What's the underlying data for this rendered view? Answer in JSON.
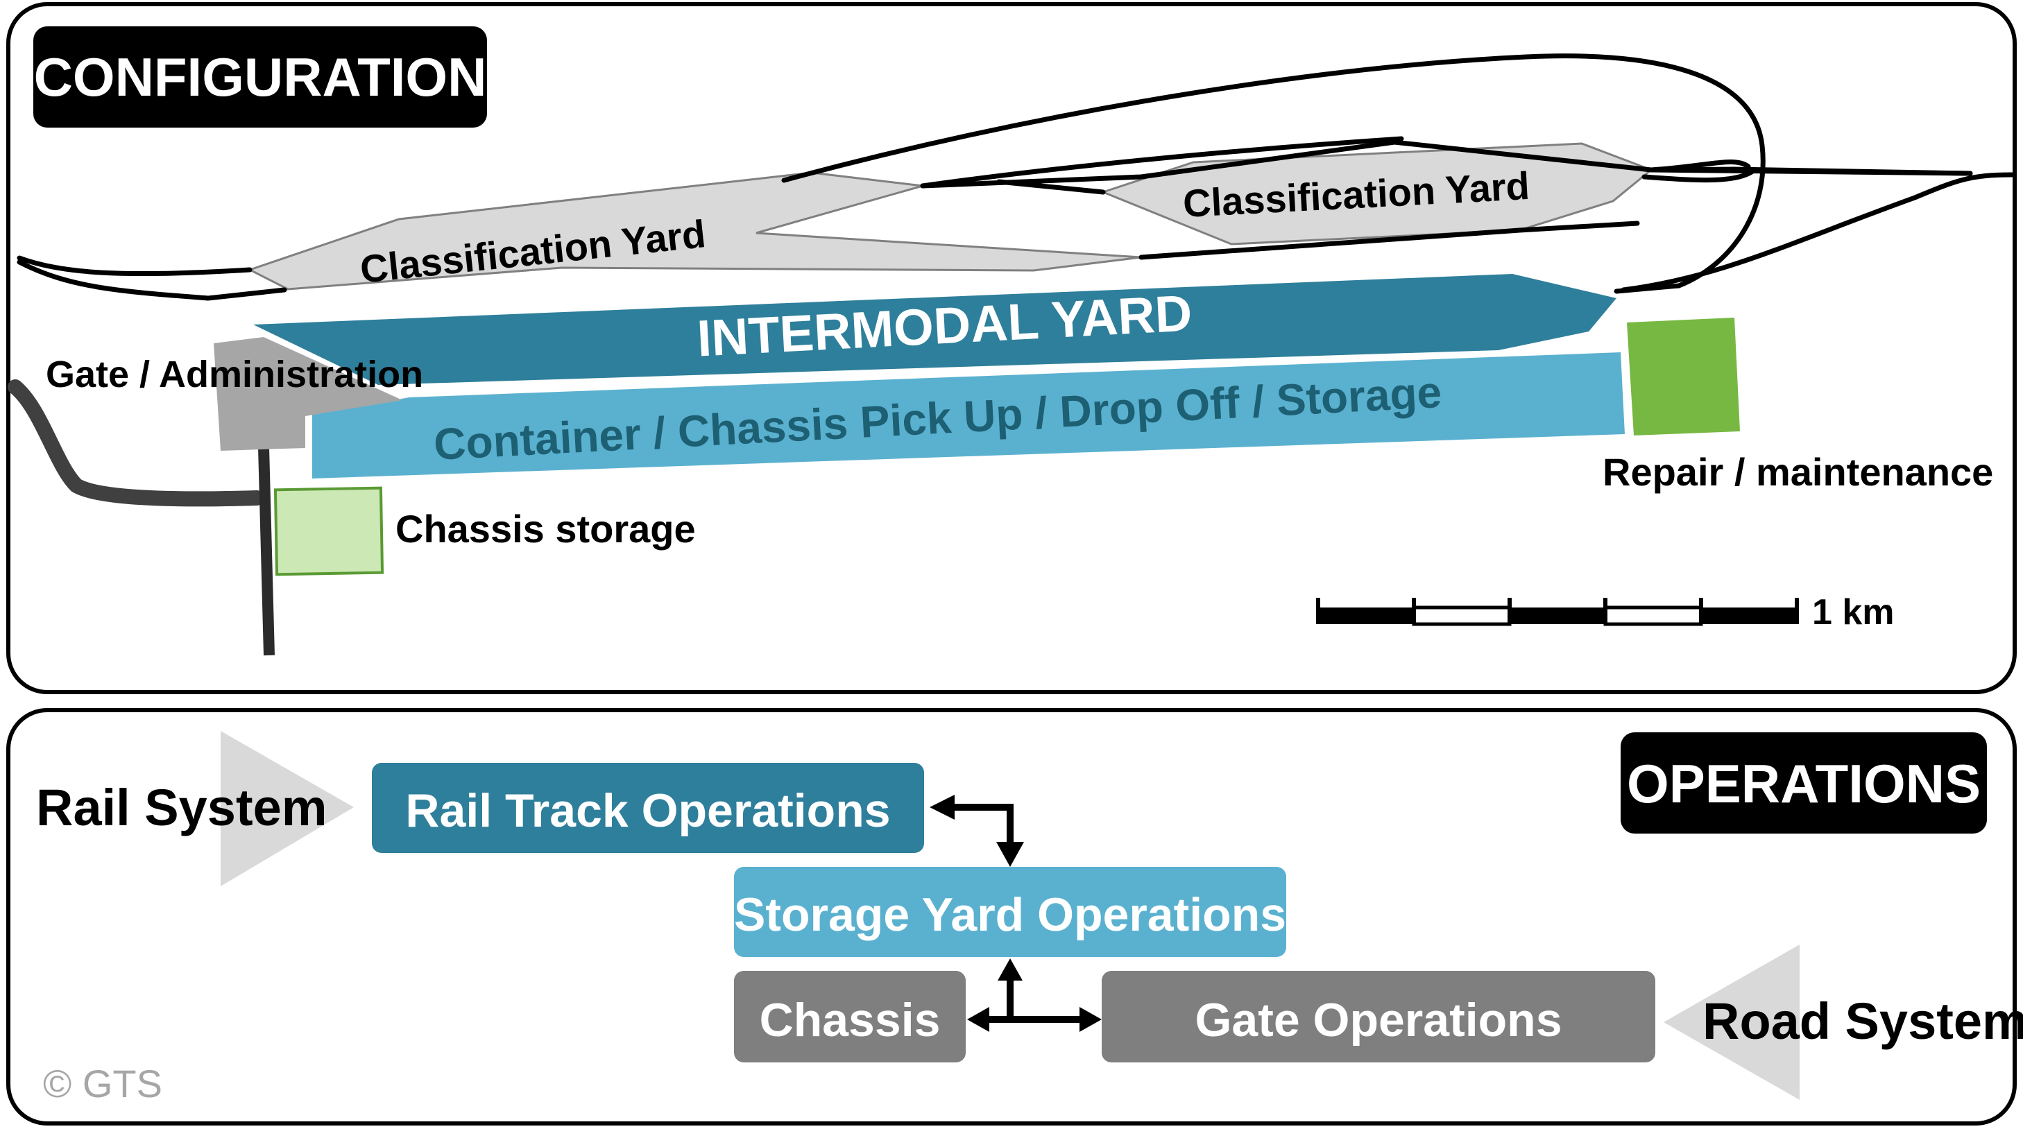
{
  "configuration": {
    "title": "CONFIGURATION",
    "labels": {
      "classification_yard_left": "Classification Yard",
      "classification_yard_right": "Classification Yard",
      "intermodal_yard": "INTERMODAL YARD",
      "container_area": "Container / Chassis Pick Up / Drop Off / Storage",
      "gate_admin": "Gate / Administration",
      "chassis_storage": "Chassis storage",
      "repair": "Repair / maintenance"
    },
    "scale_bar": {
      "label": "1 km"
    }
  },
  "operations": {
    "title": "OPERATIONS",
    "rail_system": "Rail System",
    "road_system": "Road System",
    "boxes": {
      "rail_track": "Rail Track Operations",
      "storage_yard": "Storage Yard Operations",
      "chassis": "Chassis",
      "gate": "Gate Operations"
    }
  },
  "copyright": "© GTS",
  "colors": {
    "dark_teal": "#2e7f9b",
    "light_blue": "#5ab1cf",
    "gray_box": "#7f7f7f",
    "yard_gray": "#d9d9d9",
    "repair_green": "#77b843",
    "chassis_green": "#cce8b5",
    "admin_gray": "#a6a6a6",
    "arrow_gray": "#d9d9d9",
    "title_bg": "#000000"
  }
}
